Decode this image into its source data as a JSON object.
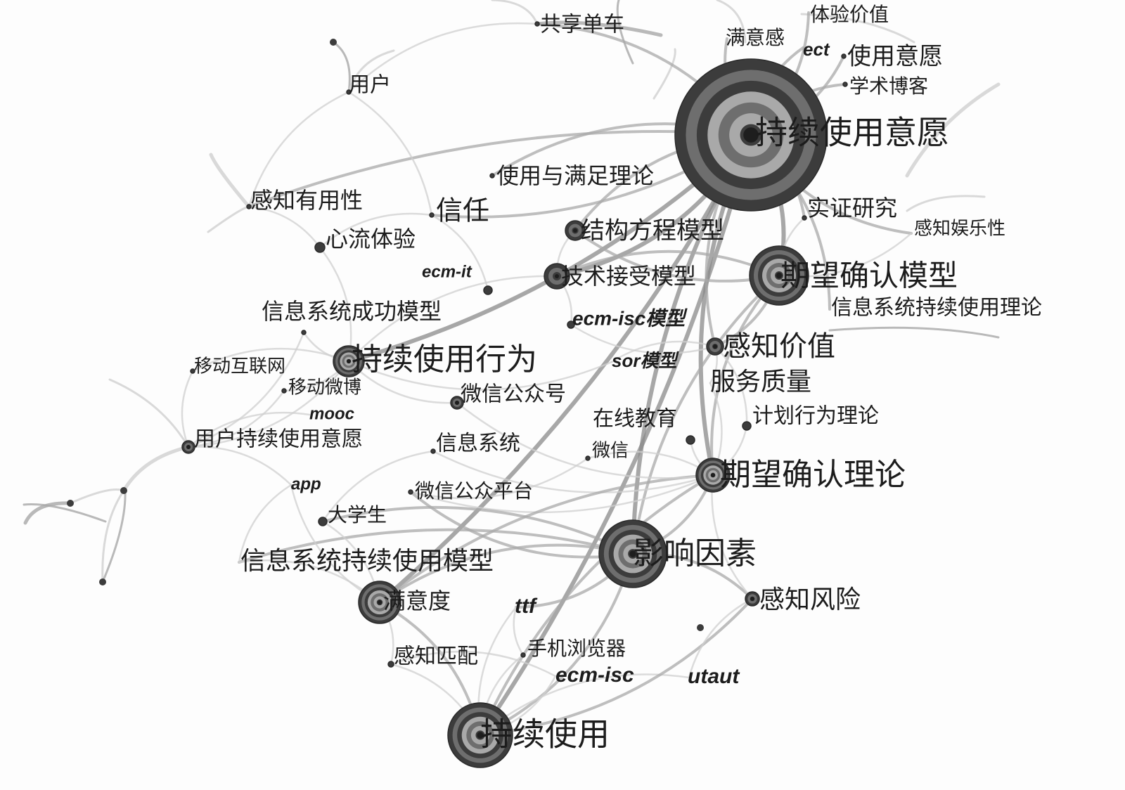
{
  "diagram": {
    "type": "keyword-co-occurrence-network",
    "render": "grayscale",
    "colors": {
      "background": "#fdfdfd",
      "label": "#1c1c1c",
      "edge_light": "#cfcfcf",
      "edge_mid": "#a8a8a8",
      "edge_dark": "#8a8a8a",
      "node_dark": "#3c3c3c",
      "node_mid": "#6e6e6e",
      "node_light": "#a9a9a9",
      "node_core": "#1e1e1e"
    },
    "nodes": [
      {
        "id": "n01",
        "label": "持续使用意愿",
        "weight": 10
      },
      {
        "id": "n02",
        "label": "期望确认模型",
        "weight": 5
      },
      {
        "id": "n03",
        "label": "期望确认理论",
        "weight": 4
      },
      {
        "id": "n04",
        "label": "影响因素",
        "weight": 6
      },
      {
        "id": "n05",
        "label": "持续使用",
        "weight": 5
      },
      {
        "id": "n06",
        "label": "持续使用行为",
        "weight": 3
      },
      {
        "id": "n07",
        "label": "满意度",
        "weight": 4
      },
      {
        "id": "n08",
        "label": "结构方程模型",
        "weight": 2
      },
      {
        "id": "n09",
        "label": "技术接受模型",
        "weight": 3
      },
      {
        "id": "n10",
        "label": "感知价值",
        "weight": 2
      },
      {
        "id": "n11",
        "label": "感知风险",
        "weight": 2
      },
      {
        "id": "n12",
        "label": "共享单车",
        "weight": 1
      },
      {
        "id": "n13",
        "label": "用户",
        "weight": 1
      },
      {
        "id": "n14",
        "label": "满意感",
        "weight": 1
      },
      {
        "id": "n15",
        "label": "体验价值",
        "weight": 1
      },
      {
        "id": "n16",
        "label": "ect",
        "weight": 1
      },
      {
        "id": "n17",
        "label": "使用意愿",
        "weight": 1
      },
      {
        "id": "n18",
        "label": "学术博客",
        "weight": 1
      },
      {
        "id": "n19",
        "label": "使用与满足理论",
        "weight": 1
      },
      {
        "id": "n20",
        "label": "感知有用性",
        "weight": 1
      },
      {
        "id": "n21",
        "label": "信任",
        "weight": 1
      },
      {
        "id": "n22",
        "label": "心流体验",
        "weight": 1
      },
      {
        "id": "n23",
        "label": "实证研究",
        "weight": 1
      },
      {
        "id": "n24",
        "label": "感知娱乐性",
        "weight": 1
      },
      {
        "id": "n25",
        "label": "ecm-it",
        "weight": 1
      },
      {
        "id": "n26",
        "label": "信息系统成功模型",
        "weight": 1
      },
      {
        "id": "n27",
        "label": "信息系统持续使用理论",
        "weight": 1
      },
      {
        "id": "n28",
        "label": "ecm-isc模型",
        "weight": 1
      },
      {
        "id": "n29",
        "label": "sor模型",
        "weight": 1
      },
      {
        "id": "n30",
        "label": "移动互联网",
        "weight": 1
      },
      {
        "id": "n31",
        "label": "移动微博",
        "weight": 1
      },
      {
        "id": "n32",
        "label": "微信公众号",
        "weight": 1
      },
      {
        "id": "n33",
        "label": "服务质量",
        "weight": 1
      },
      {
        "id": "n34",
        "label": "mooc",
        "weight": 1
      },
      {
        "id": "n35",
        "label": "在线教育",
        "weight": 1
      },
      {
        "id": "n36",
        "label": "计划行为理论",
        "weight": 1
      },
      {
        "id": "n37",
        "label": "用户持续使用意愿",
        "weight": 1
      },
      {
        "id": "n38",
        "label": "信息系统",
        "weight": 1
      },
      {
        "id": "n39",
        "label": "微信",
        "weight": 1
      },
      {
        "id": "n40",
        "label": "app",
        "weight": 1
      },
      {
        "id": "n41",
        "label": "微信公众平台",
        "weight": 1
      },
      {
        "id": "n42",
        "label": "大学生",
        "weight": 1
      },
      {
        "id": "n43",
        "label": "信息系统持续使用模型",
        "weight": 1
      },
      {
        "id": "n44",
        "label": "ttf",
        "weight": 1
      },
      {
        "id": "n45",
        "label": "感知匹配",
        "weight": 1
      },
      {
        "id": "n46",
        "label": "手机浏览器",
        "weight": 1
      },
      {
        "id": "n47",
        "label": "ecm-isc",
        "weight": 1
      },
      {
        "id": "n48",
        "label": "utaut",
        "weight": 1
      }
    ],
    "edges": [
      [
        "n01",
        "n02"
      ],
      [
        "n01",
        "n04"
      ],
      [
        "n01",
        "n05"
      ],
      [
        "n01",
        "n03"
      ],
      [
        "n01",
        "n06"
      ],
      [
        "n01",
        "n08"
      ],
      [
        "n01",
        "n09"
      ],
      [
        "n01",
        "n10"
      ],
      [
        "n01",
        "n14"
      ],
      [
        "n01",
        "n15"
      ],
      [
        "n01",
        "n16"
      ],
      [
        "n01",
        "n17"
      ],
      [
        "n01",
        "n18"
      ],
      [
        "n01",
        "n19"
      ],
      [
        "n01",
        "n23"
      ],
      [
        "n01",
        "n24"
      ],
      [
        "n01",
        "n27"
      ],
      [
        "n01",
        "n12"
      ],
      [
        "n01",
        "n21"
      ],
      [
        "n01",
        "n20"
      ],
      [
        "n01",
        "n07"
      ],
      [
        "n02",
        "n03"
      ],
      [
        "n02",
        "n10"
      ],
      [
        "n02",
        "n09"
      ],
      [
        "n02",
        "n23"
      ],
      [
        "n02",
        "n24"
      ],
      [
        "n02",
        "n08"
      ],
      [
        "n02",
        "n04"
      ],
      [
        "n03",
        "n04"
      ],
      [
        "n03",
        "n05"
      ],
      [
        "n03",
        "n38"
      ],
      [
        "n03",
        "n39"
      ],
      [
        "n03",
        "n41"
      ],
      [
        "n03",
        "n36"
      ],
      [
        "n03",
        "n35"
      ],
      [
        "n03",
        "n07"
      ],
      [
        "n03",
        "n32"
      ],
      [
        "n03",
        "n33"
      ],
      [
        "n04",
        "n05"
      ],
      [
        "n04",
        "n07"
      ],
      [
        "n04",
        "n11"
      ],
      [
        "n04",
        "n43"
      ],
      [
        "n04",
        "n44"
      ],
      [
        "n04",
        "n42"
      ],
      [
        "n04",
        "n41"
      ],
      [
        "n05",
        "n07"
      ],
      [
        "n05",
        "n44"
      ],
      [
        "n05",
        "n45"
      ],
      [
        "n05",
        "n46"
      ],
      [
        "n05",
        "n47"
      ],
      [
        "n05",
        "n48"
      ],
      [
        "n05",
        "n11"
      ],
      [
        "n06",
        "n09"
      ],
      [
        "n06",
        "n30"
      ],
      [
        "n06",
        "n31"
      ],
      [
        "n06",
        "n32"
      ],
      [
        "n06",
        "n26"
      ],
      [
        "n06",
        "n22"
      ],
      [
        "n06",
        "n37"
      ],
      [
        "n07",
        "n43"
      ],
      [
        "n07",
        "n45"
      ],
      [
        "n07",
        "n42"
      ],
      [
        "n07",
        "n40"
      ],
      [
        "n08",
        "n09"
      ],
      [
        "n10",
        "n33"
      ],
      [
        "n10",
        "n29"
      ],
      [
        "n10",
        "n28"
      ],
      [
        "n11",
        "n48"
      ],
      [
        "n11",
        "n03"
      ],
      [
        "n12",
        "n13"
      ],
      [
        "n13",
        "n21"
      ],
      [
        "n13",
        "n20"
      ],
      [
        "n20",
        "n22"
      ],
      [
        "n21",
        "n22"
      ],
      [
        "n21",
        "n25"
      ],
      [
        "n30",
        "n37"
      ],
      [
        "n31",
        "n37"
      ],
      [
        "n34",
        "n37"
      ],
      [
        "n37",
        "n40"
      ],
      [
        "n38",
        "n42"
      ],
      [
        "n26",
        "n37"
      ],
      [
        "n44",
        "n46"
      ],
      [
        "n45",
        "n47"
      ],
      [
        "n28",
        "n09"
      ],
      [
        "n29",
        "n06"
      ],
      [
        "n36",
        "n10"
      ],
      [
        "n39",
        "n41"
      ],
      [
        "n40",
        "n43"
      ]
    ]
  }
}
